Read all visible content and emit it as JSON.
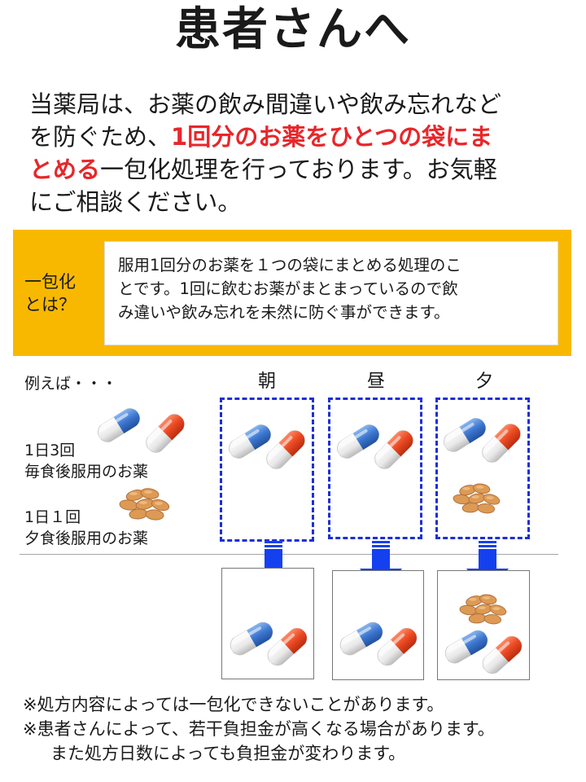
{
  "title": "患者さんへ",
  "intro": {
    "line1": "当薬局は、お薬の飲み間違いや飲み忘れなど",
    "line2_plain": "を防ぐため、",
    "line2_red": "1回分のお薬をひとつの袋にま",
    "line3_red": "とめる",
    "line3_plain": "一包化処理を行っております。お気軽",
    "line4": "にご相談ください。"
  },
  "definition": {
    "label_line1": "一包化",
    "label_line2": "とは？",
    "text_line1": "服用1回分のお薬を１つの袋にまとめる処理のこ",
    "text_line2": "とです。1回に飲むお薬がまとまっているので飲",
    "text_line3": "み違いや飲み忘れを未然に防ぐ事ができます。"
  },
  "example": {
    "lead": "例えば・・・",
    "med1_line1": "1日3回",
    "med1_line2": "毎食後服用のお薬",
    "med2_line1": "1日１回",
    "med2_line2": "夕食後服用のお薬"
  },
  "columns": {
    "morning": "朝",
    "noon": "昼",
    "evening": "夕"
  },
  "notes": {
    "line1": "※処方内容によっては一包化できないことがあります。",
    "line2": "※患者さんによって、若干負担金が高くなる場合があります。",
    "line3": "また処方日数によっても負担金が変わります。"
  },
  "colors": {
    "accent_red": "#e8262a",
    "highlight_yellow": "#f9b800",
    "dash_blue": "#1c2fd6",
    "arrow_blue": "#1540f0"
  },
  "icons": [
    "blue-capsule-icon",
    "red-capsule-icon",
    "orange-tablets-icon",
    "down-arrow-icon"
  ]
}
